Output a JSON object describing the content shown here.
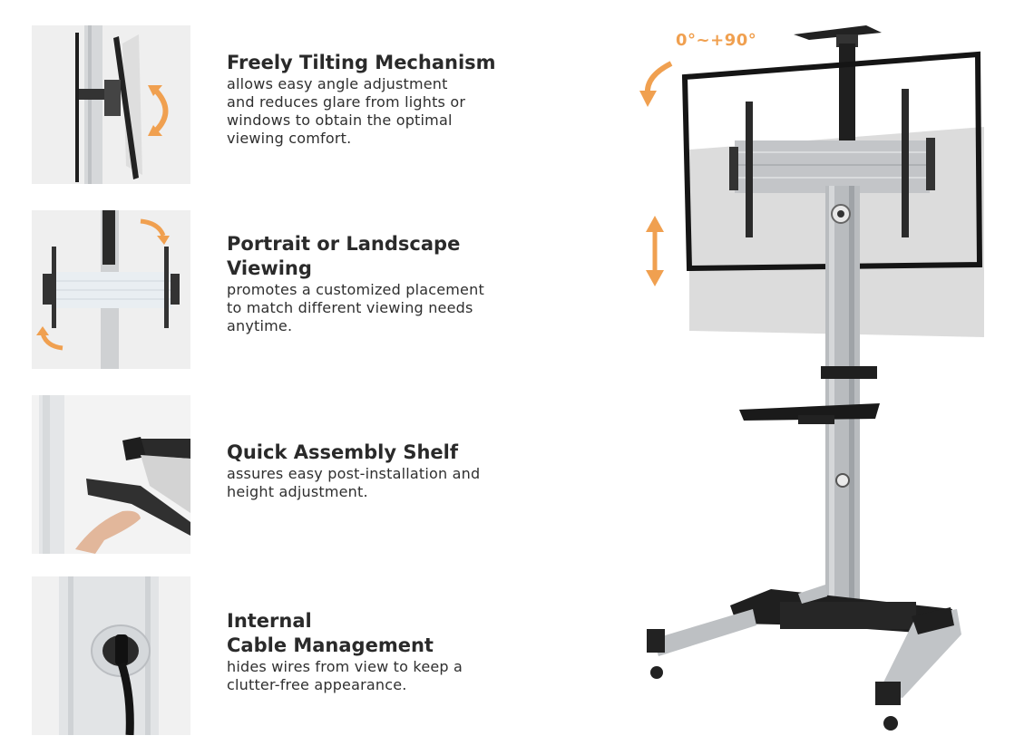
{
  "features": [
    {
      "title_line1": "Freely Tilting Mechanism",
      "title_line2": "",
      "description": [
        "allows easy angle adjustment",
        "and reduces glare from lights or",
        "windows to obtain the optimal",
        "viewing comfort."
      ]
    },
    {
      "title_line1": "Portrait or Landscape",
      "title_line2": "Viewing",
      "description": [
        "promotes a customized placement",
        "to match different viewing needs",
        "anytime."
      ]
    },
    {
      "title_line1": "Quick Assembly Shelf",
      "title_line2": "",
      "description": [
        "assures easy post-installation and",
        "height adjustment."
      ]
    },
    {
      "title_line1": "Internal",
      "title_line2": "Cable Management",
      "description": [
        "hides wires from view to keep a",
        "clutter-free appearance."
      ]
    }
  ],
  "product": {
    "tilt_angle_label": "0°~+90°"
  },
  "colors": {
    "accent": "#f0a050",
    "thumb_bg": "#efefef",
    "metal": "#b9bcbf",
    "dark": "#222222"
  },
  "icons": [
    "curved-arrow-icon",
    "vertical-double-arrow-icon",
    "rotate-arrow-icon"
  ]
}
